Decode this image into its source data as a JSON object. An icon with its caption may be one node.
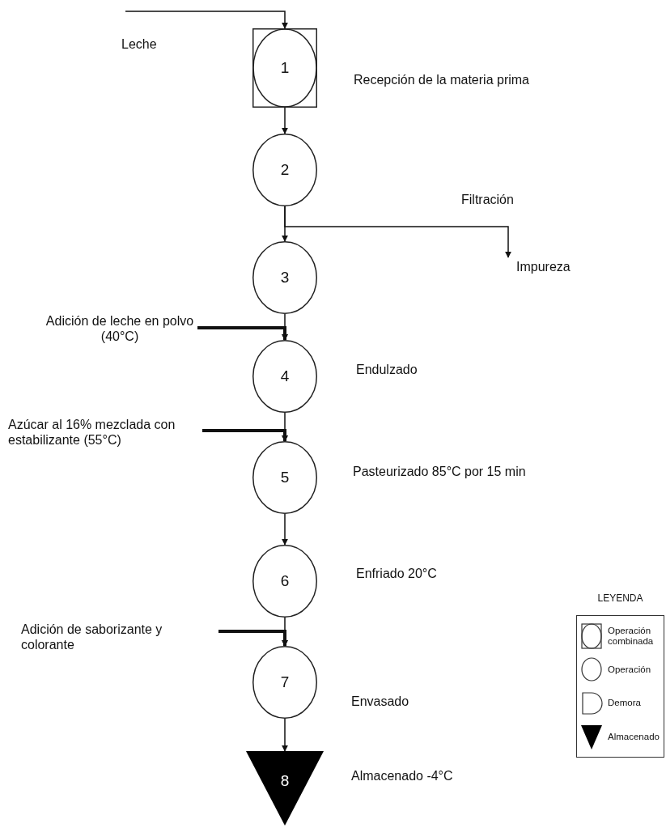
{
  "diagram": {
    "nodes": [
      {
        "text": [
          "1"
        ],
        "beside": [
          "Recepción de la materia prima"
        ]
      },
      {
        "text": [
          "2"
        ]
      },
      {
        "text": [
          "3"
        ]
      },
      {
        "text": [
          "4"
        ],
        "beside": [
          "Endulzado"
        ]
      },
      {
        "text": [
          "5"
        ],
        "beside": [
          "Pasteurizado 85°C por 15 min"
        ]
      },
      {
        "text": [
          "6"
        ],
        "beside": [
          "Enfriado 20°C"
        ]
      },
      {
        "text": [
          "7"
        ],
        "beside": [
          "Envasado"
        ]
      },
      {
        "text": [
          "8"
        ],
        "beside": [
          "Almacenado -4°C"
        ]
      },
      {
        "text": [
          "Impureza"
        ]
      },
      {
        "text": [
          "Adición de leche en polvo (40°C)"
        ]
      },
      {
        "text": [
          "Azúcar al 16% mezclada con estabilizante (55°C)"
        ]
      },
      {
        "text": [
          "Adición de saborizante y colorante"
        ]
      }
    ],
    "edges": [
      {
        "from": null,
        "to": 0,
        "arrow": "to",
        "label": "Leche"
      },
      {
        "from": 0,
        "to": 1,
        "arrow": "to"
      },
      {
        "from": 1,
        "to": 2,
        "arrow": "to"
      },
      {
        "from": 1,
        "to": 8,
        "arrow": "to",
        "label": "Filtración"
      },
      {
        "from": 9,
        "to": 3,
        "arrow": "to",
        "style": "thick"
      },
      {
        "from": 2,
        "to": 3,
        "arrow": "to"
      },
      {
        "from": 10,
        "to": 4,
        "arrow": "to",
        "style": "thick"
      },
      {
        "from": 3,
        "to": 4,
        "arrow": "to"
      },
      {
        "from": 4,
        "to": 5,
        "arrow": "to"
      },
      {
        "from": 5,
        "to": 6,
        "arrow": "to"
      },
      {
        "from": 11,
        "to": 6,
        "arrow": "to",
        "style": "thick"
      },
      {
        "from": 6,
        "to": 7,
        "arrow": "to"
      }
    ],
    "labels": [
      "LEYENDA"
    ],
    "legend": [
      {
        "text": "Operación combinada"
      },
      {
        "text": "Operación"
      },
      {
        "text": "Demora"
      },
      {
        "text": "Almacenado"
      }
    ]
  }
}
